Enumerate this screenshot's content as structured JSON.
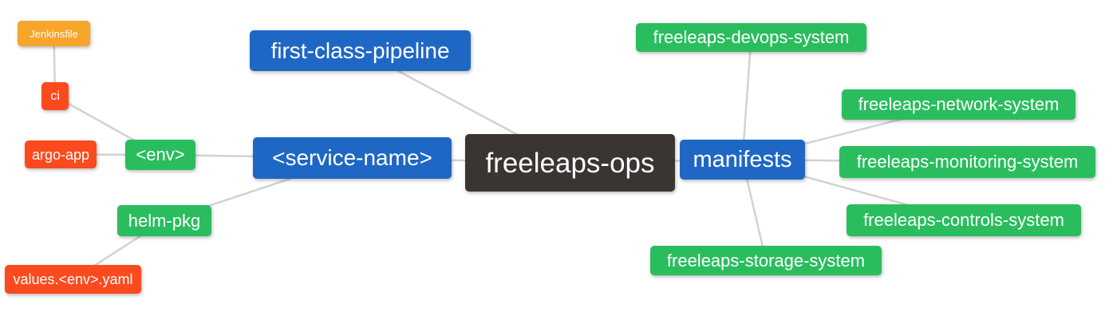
{
  "palette": {
    "blue": "#1f67c5",
    "green": "#2abd5e",
    "orange": "#f8a52c",
    "red": "#fb4a1d",
    "dark": "#3a3532",
    "edge": "#d2d2d2",
    "text": "#ffffff",
    "background": "#ffffff"
  },
  "nodes": {
    "freeleaps_ops": {
      "label": "freeleaps-ops",
      "color": "dark"
    },
    "first_class_pipeline": {
      "label": "first-class-pipeline",
      "color": "blue"
    },
    "service_name": {
      "label": "<service-name>",
      "color": "blue"
    },
    "manifests": {
      "label": "manifests",
      "color": "blue"
    },
    "env": {
      "label": "<env>",
      "color": "green"
    },
    "helm_pkg": {
      "label": "helm-pkg",
      "color": "green"
    },
    "jenkinsfile": {
      "label": "Jenkinsfile",
      "color": "orange"
    },
    "ci": {
      "label": "ci",
      "color": "red"
    },
    "argo_app": {
      "label": "argo-app",
      "color": "red"
    },
    "values_env_yaml": {
      "label": "values.<env>.yaml",
      "color": "red"
    },
    "devops_system": {
      "label": "freeleaps-devops-system",
      "color": "green"
    },
    "network_system": {
      "label": "freeleaps-network-system",
      "color": "green"
    },
    "monitoring_system": {
      "label": "freeleaps-monitoring-system",
      "color": "green"
    },
    "controls_system": {
      "label": "freeleaps-controls-system",
      "color": "green"
    },
    "storage_system": {
      "label": "freeleaps-storage-system",
      "color": "green"
    }
  },
  "edges": [
    [
      "jenkinsfile",
      "ci"
    ],
    [
      "ci",
      "env"
    ],
    [
      "argo_app",
      "env"
    ],
    [
      "env",
      "service_name"
    ],
    [
      "helm_pkg",
      "service_name"
    ],
    [
      "values_env_yaml",
      "helm_pkg"
    ],
    [
      "first_class_pipeline",
      "freeleaps_ops"
    ],
    [
      "service_name",
      "freeleaps_ops"
    ],
    [
      "freeleaps_ops",
      "manifests"
    ],
    [
      "manifests",
      "devops_system"
    ],
    [
      "manifests",
      "network_system"
    ],
    [
      "manifests",
      "monitoring_system"
    ],
    [
      "manifests",
      "controls_system"
    ],
    [
      "manifests",
      "storage_system"
    ]
  ]
}
